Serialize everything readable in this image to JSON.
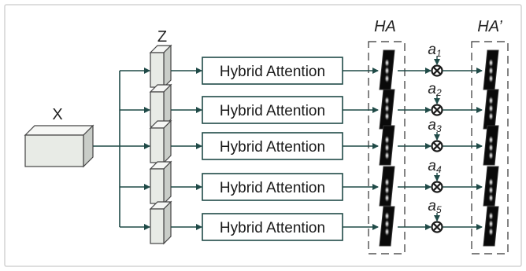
{
  "input_label": "X",
  "feature_label": "Z",
  "module_label": "Hybrid Attention",
  "ha_label": "HA",
  "ha_prime_label": "HA’",
  "weights": [
    {
      "base": "a",
      "sub": "1"
    },
    {
      "base": "a",
      "sub": "2"
    },
    {
      "base": "a",
      "sub": "3"
    },
    {
      "base": "a",
      "sub": "4"
    },
    {
      "base": "a",
      "sub": "5"
    }
  ],
  "colors": {
    "line": "#1f4a47",
    "cube_front": "#e8ebe6",
    "cube_top": "#f6f7f5",
    "cube_side": "#c9cdc8",
    "border": "#c9c9c9"
  }
}
